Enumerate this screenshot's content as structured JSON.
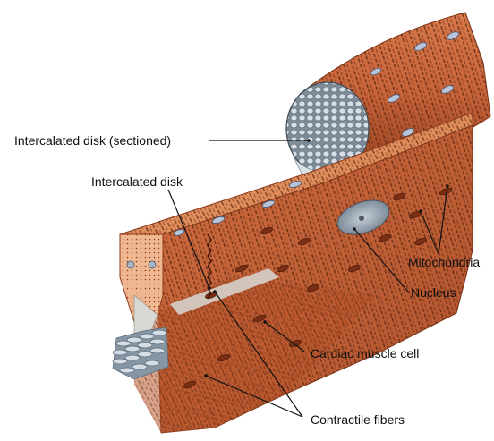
{
  "labels": {
    "intercalated_disk_sectioned": "Intercalated disk (sectioned)",
    "intercalated_disk": "Intercalated disk",
    "mitochondria": "Mitochondria",
    "nucleus": "Nucleus",
    "cardiac_muscle_cell": "Cardiac muscle cell",
    "contractile_fibers": "Contractile fibers"
  },
  "colors": {
    "muscle": "#c8643a",
    "muscle_dark": "#8e3a1c",
    "muscle_light": "#e09468",
    "striation": "#5a2612",
    "cut_face": "#f0b890",
    "myofibril": "#cfd8e0",
    "nucleus": "#9aa6b4",
    "leader_line": "#111111"
  }
}
